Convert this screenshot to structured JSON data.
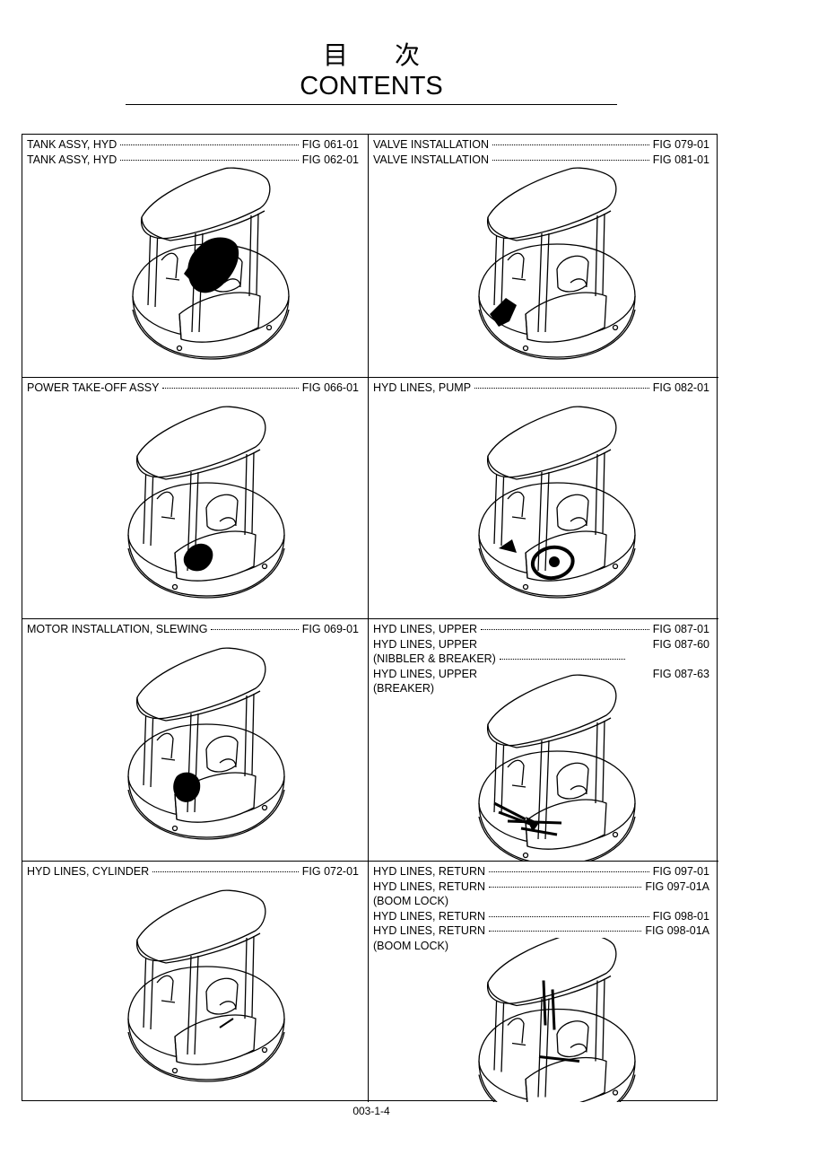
{
  "header": {
    "kanji": "目次",
    "title": "CONTENTS"
  },
  "cells": [
    {
      "entries": [
        {
          "title": "TANK ASSY, HYD",
          "fig": "FIG 061-01"
        },
        {
          "title": "TANK ASSY, HYD",
          "fig": "FIG 062-01"
        }
      ]
    },
    {
      "entries": [
        {
          "title": "VALVE INSTALLATION",
          "fig": "FIG 079-01"
        },
        {
          "title": "VALVE INSTALLATION",
          "fig": "FIG 081-01"
        }
      ]
    },
    {
      "entries": [
        {
          "title": "POWER TAKE-OFF ASSY",
          "fig": "FIG 066-01"
        }
      ]
    },
    {
      "entries": [
        {
          "title": "HYD LINES, PUMP",
          "fig": "FIG 082-01"
        }
      ]
    },
    {
      "entries": [
        {
          "title": "MOTOR INSTALLATION, SLEWING",
          "fig": "FIG 069-01"
        }
      ]
    },
    {
      "entries": [
        {
          "title": "HYD LINES, UPPER",
          "fig": "FIG 087-01"
        },
        {
          "title": "HYD LINES, UPPER",
          "fig": "FIG 087-60",
          "sub": "(NIBBLER & BREAKER)"
        },
        {
          "title": "HYD LINES, UPPER",
          "fig": "FIG 087-63",
          "sub": "(BREAKER)"
        }
      ]
    },
    {
      "entries": [
        {
          "title": "HYD LINES, CYLINDER",
          "fig": "FIG 072-01"
        }
      ]
    },
    {
      "entries": [
        {
          "title": "HYD LINES, RETURN",
          "fig": "FIG 097-01"
        },
        {
          "title": "HYD LINES, RETURN",
          "fig": "FIG 097-01A",
          "sub": "(BOOM LOCK)"
        },
        {
          "title": "HYD LINES, RETURN",
          "fig": "FIG 098-01"
        },
        {
          "title": "HYD LINES, RETURN",
          "fig": "FIG 098-01A",
          "sub": "(BOOM LOCK)"
        }
      ]
    }
  ],
  "footer": {
    "page_number": "003-1-4"
  }
}
